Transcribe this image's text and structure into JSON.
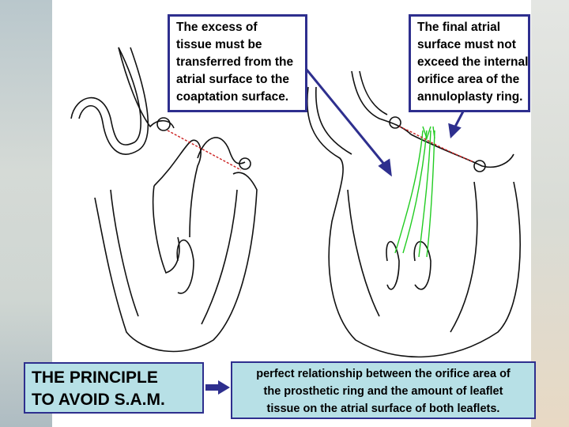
{
  "callouts": {
    "left": [
      "The excess of",
      "tissue must be",
      "transferred from the",
      "atrial surface to the",
      "coaptation surface."
    ],
    "right": [
      "The final atrial",
      "surface must not",
      "exceed the internal",
      "orifice area of the",
      "annuloplasty ring."
    ]
  },
  "principle": {
    "lines": [
      "THE PRINCIPLE",
      "TO AVOID S.A.M."
    ]
  },
  "relationship": {
    "lines": [
      "perfect relationship between the orifice area of",
      "the prosthetic ring and the amount of leaflet",
      "tissue on the atrial surface of both leaflets."
    ]
  },
  "colors": {
    "accent": "#2e2f8e",
    "box_fill": "#b7e0e6",
    "leaflet_green": "#22cc22",
    "dotted_red": "#cc2222"
  }
}
